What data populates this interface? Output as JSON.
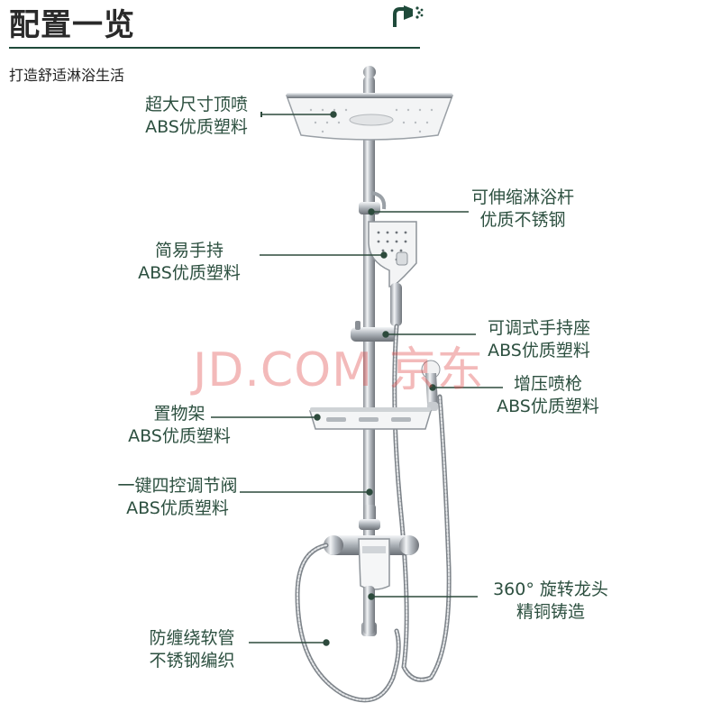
{
  "header": {
    "title": "配置一览",
    "subtitle": "打造舒适淋浴生活",
    "icon": "shower-head-icon"
  },
  "watermark": "JD.COM 京东",
  "colors": {
    "accent": "#1f4a3a",
    "label": "#2d5040",
    "watermark": "#e24b4b"
  },
  "callouts": [
    {
      "id": "top-shower",
      "line1": "超大尺寸顶喷",
      "line2": "ABS优质塑料"
    },
    {
      "id": "telescopic-rod",
      "line1": "可伸缩淋浴杆",
      "line2": "优质不锈钢"
    },
    {
      "id": "handheld",
      "line1": "简易手持",
      "line2": "ABS优质塑料"
    },
    {
      "id": "holder",
      "line1": "可调式手持座",
      "line2": "ABS优质塑料"
    },
    {
      "id": "spray-gun",
      "line1": "增压喷枪",
      "line2": "ABS优质塑料"
    },
    {
      "id": "shelf",
      "line1": "置物架",
      "line2": "ABS优质塑料"
    },
    {
      "id": "valve",
      "line1": "一键四控调节阀",
      "line2": "ABS优质塑料"
    },
    {
      "id": "spout",
      "line1": "360° 旋转龙头",
      "line2": "精铜铸造"
    },
    {
      "id": "hose",
      "line1": "防缠绕软管",
      "line2": "不锈钢编织"
    }
  ]
}
